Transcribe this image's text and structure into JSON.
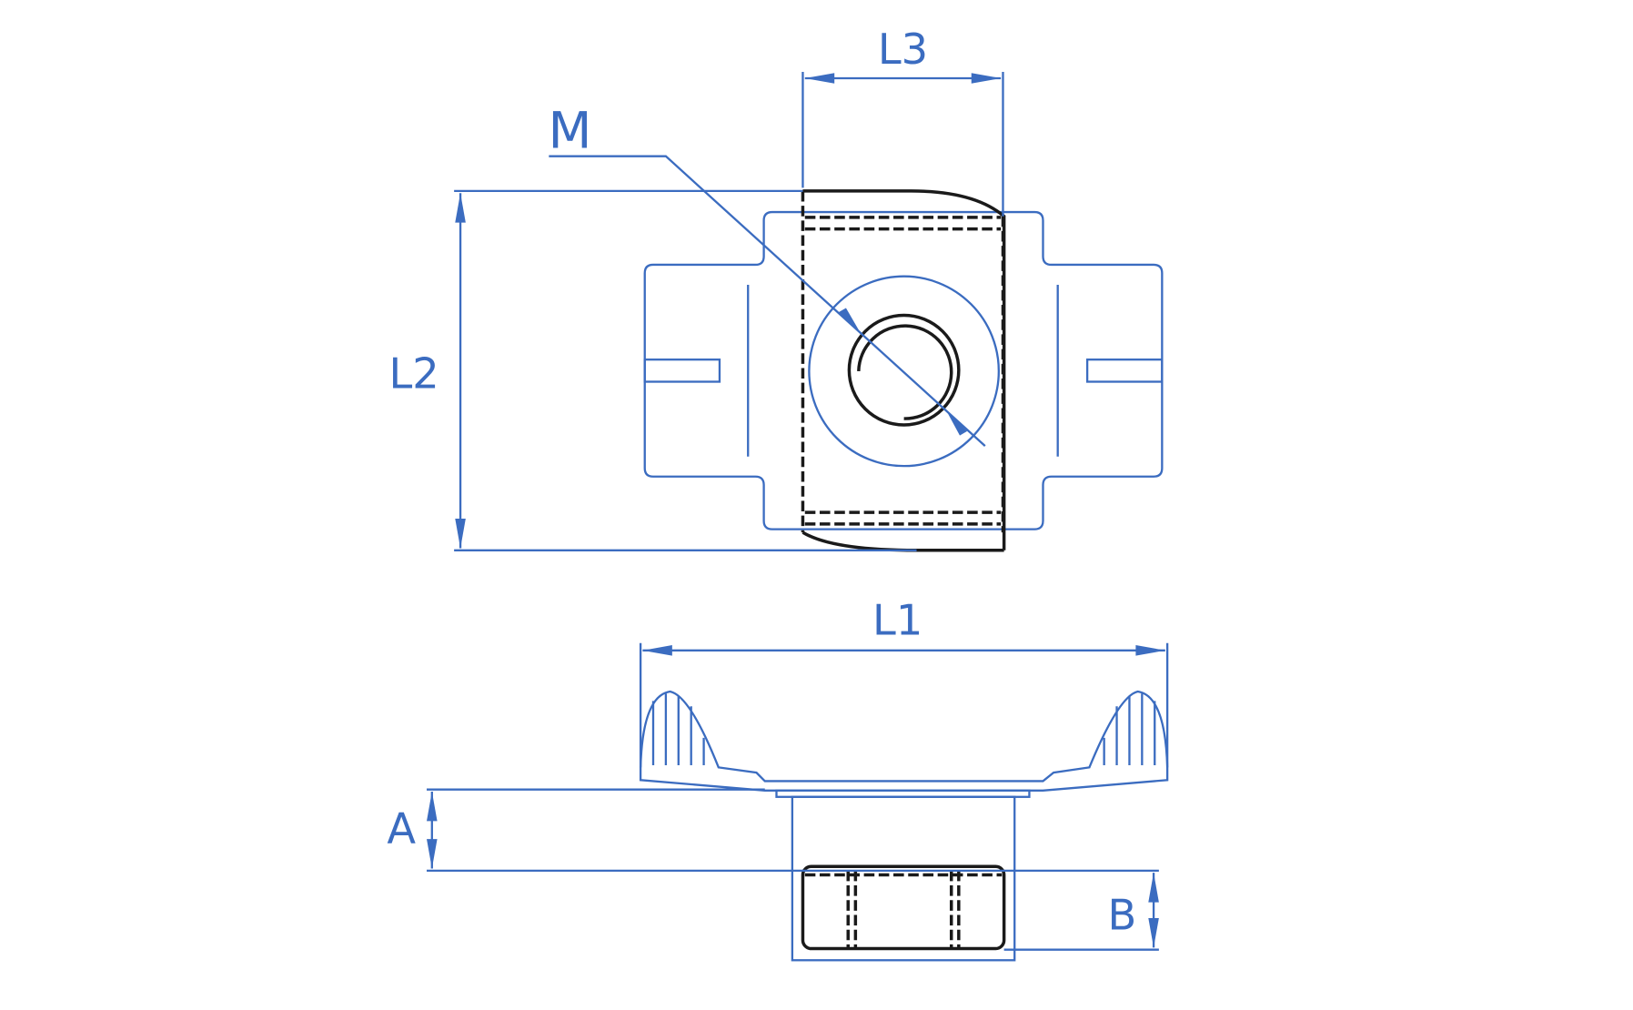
{
  "labels": {
    "L1": "L1",
    "L2": "L2",
    "L3": "L3",
    "M": "M",
    "A": "A",
    "B": "B"
  },
  "colors": {
    "dimension": "#3b6cc0",
    "part": "#1a1a1a"
  }
}
